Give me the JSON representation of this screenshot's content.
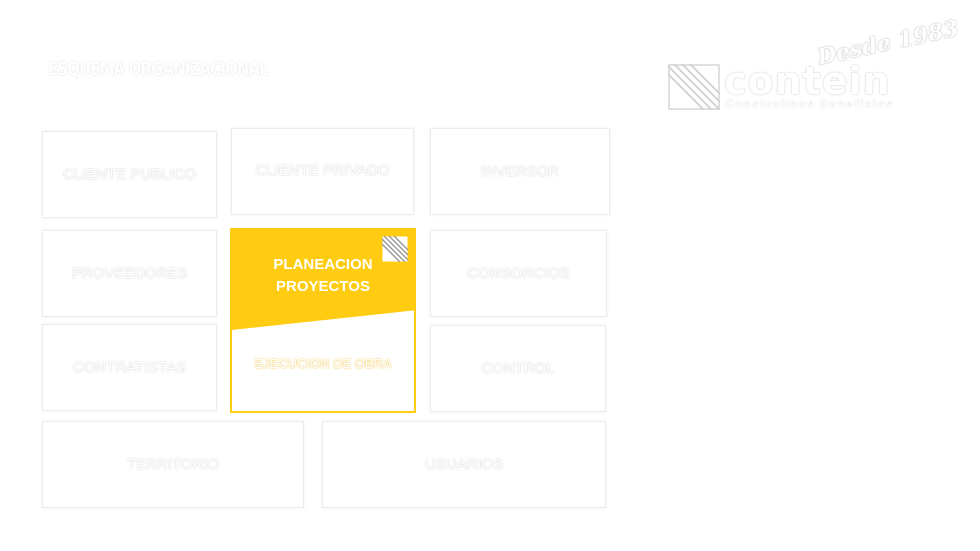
{
  "header": {
    "title": "ESQUEMA ORGANIZACIONAL"
  },
  "logo": {
    "wordmark": "contein",
    "tagline": "Construimos Beneficios",
    "script": "Desde 1983"
  },
  "tiles": {
    "cliente_publico": "CLIENTE PUBLICO",
    "cliente_privado": "CLIENTE PRIVADO",
    "inversor": "INVERSOR",
    "proveedores": "PROVEEDORES",
    "planeacion": "PLANEACION PROYECTOS",
    "ejecucion": "EJECUCION DE OBRA",
    "consorcios": "CONSORCIOS",
    "contratistas": "CONTRATISTAS",
    "control": "CONTROL",
    "territorio": "TERRITORIO",
    "usuarios": "USUARIOS"
  },
  "colors": {
    "accent": "#ffcc12",
    "background": "#ffffff"
  },
  "icons": {
    "logo_mark": "diagonal-stripes-icon",
    "tile_icon": "diagonal-stripes-icon"
  }
}
